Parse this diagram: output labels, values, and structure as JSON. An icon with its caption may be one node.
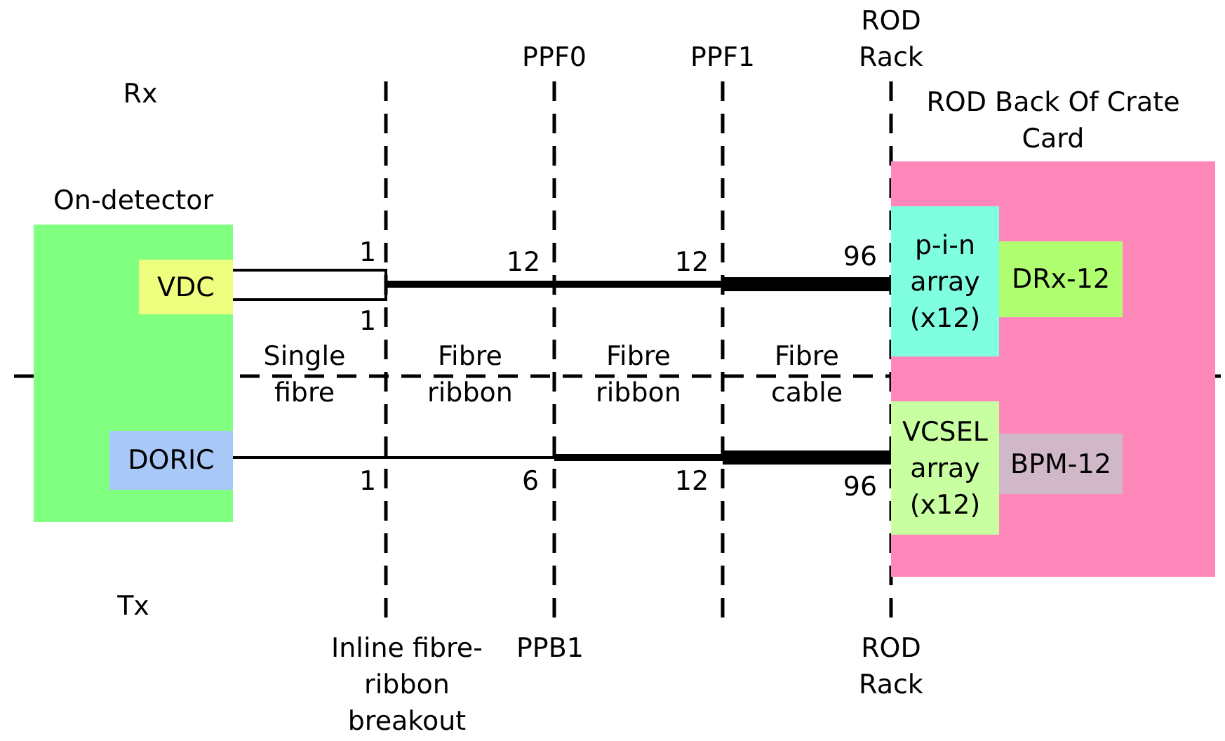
{
  "diagram": {
    "nodes": [
      {
        "text": [
          "On-detector"
        ]
      },
      {
        "text": [
          "VDC"
        ],
        "in": 0
      },
      {
        "text": [
          "DORIC"
        ],
        "in": 0
      },
      {
        "text": [
          "ROD Back Of Crate Card"
        ]
      },
      {
        "text": [
          "p-i-n array (x12)"
        ],
        "in": 3
      },
      {
        "text": [
          "DRx-12"
        ],
        "in": 3
      },
      {
        "text": [
          "VCSEL array (x12)"
        ],
        "in": 3
      },
      {
        "text": [
          "BPM-12"
        ],
        "in": 3
      }
    ],
    "edges": [
      {
        "from": 1,
        "to": 4,
        "arrow": "none"
      },
      {
        "from": 1,
        "to": 4,
        "arrow": "none"
      },
      {
        "from": 2,
        "to": 6,
        "arrow": "none"
      }
    ],
    "labels": [
      "ROD Rack",
      "PPF0",
      "PPF1",
      "Rx",
      "1",
      "12",
      "12",
      "96",
      "1",
      "Single fibre",
      "Fibre ribbon",
      "Fibre ribbon",
      "Fibre cable",
      "1",
      "6",
      "12",
      "96",
      "Tx",
      "Inline fibre-ribbon breakout",
      "PPB1",
      "ROD Rack"
    ]
  }
}
